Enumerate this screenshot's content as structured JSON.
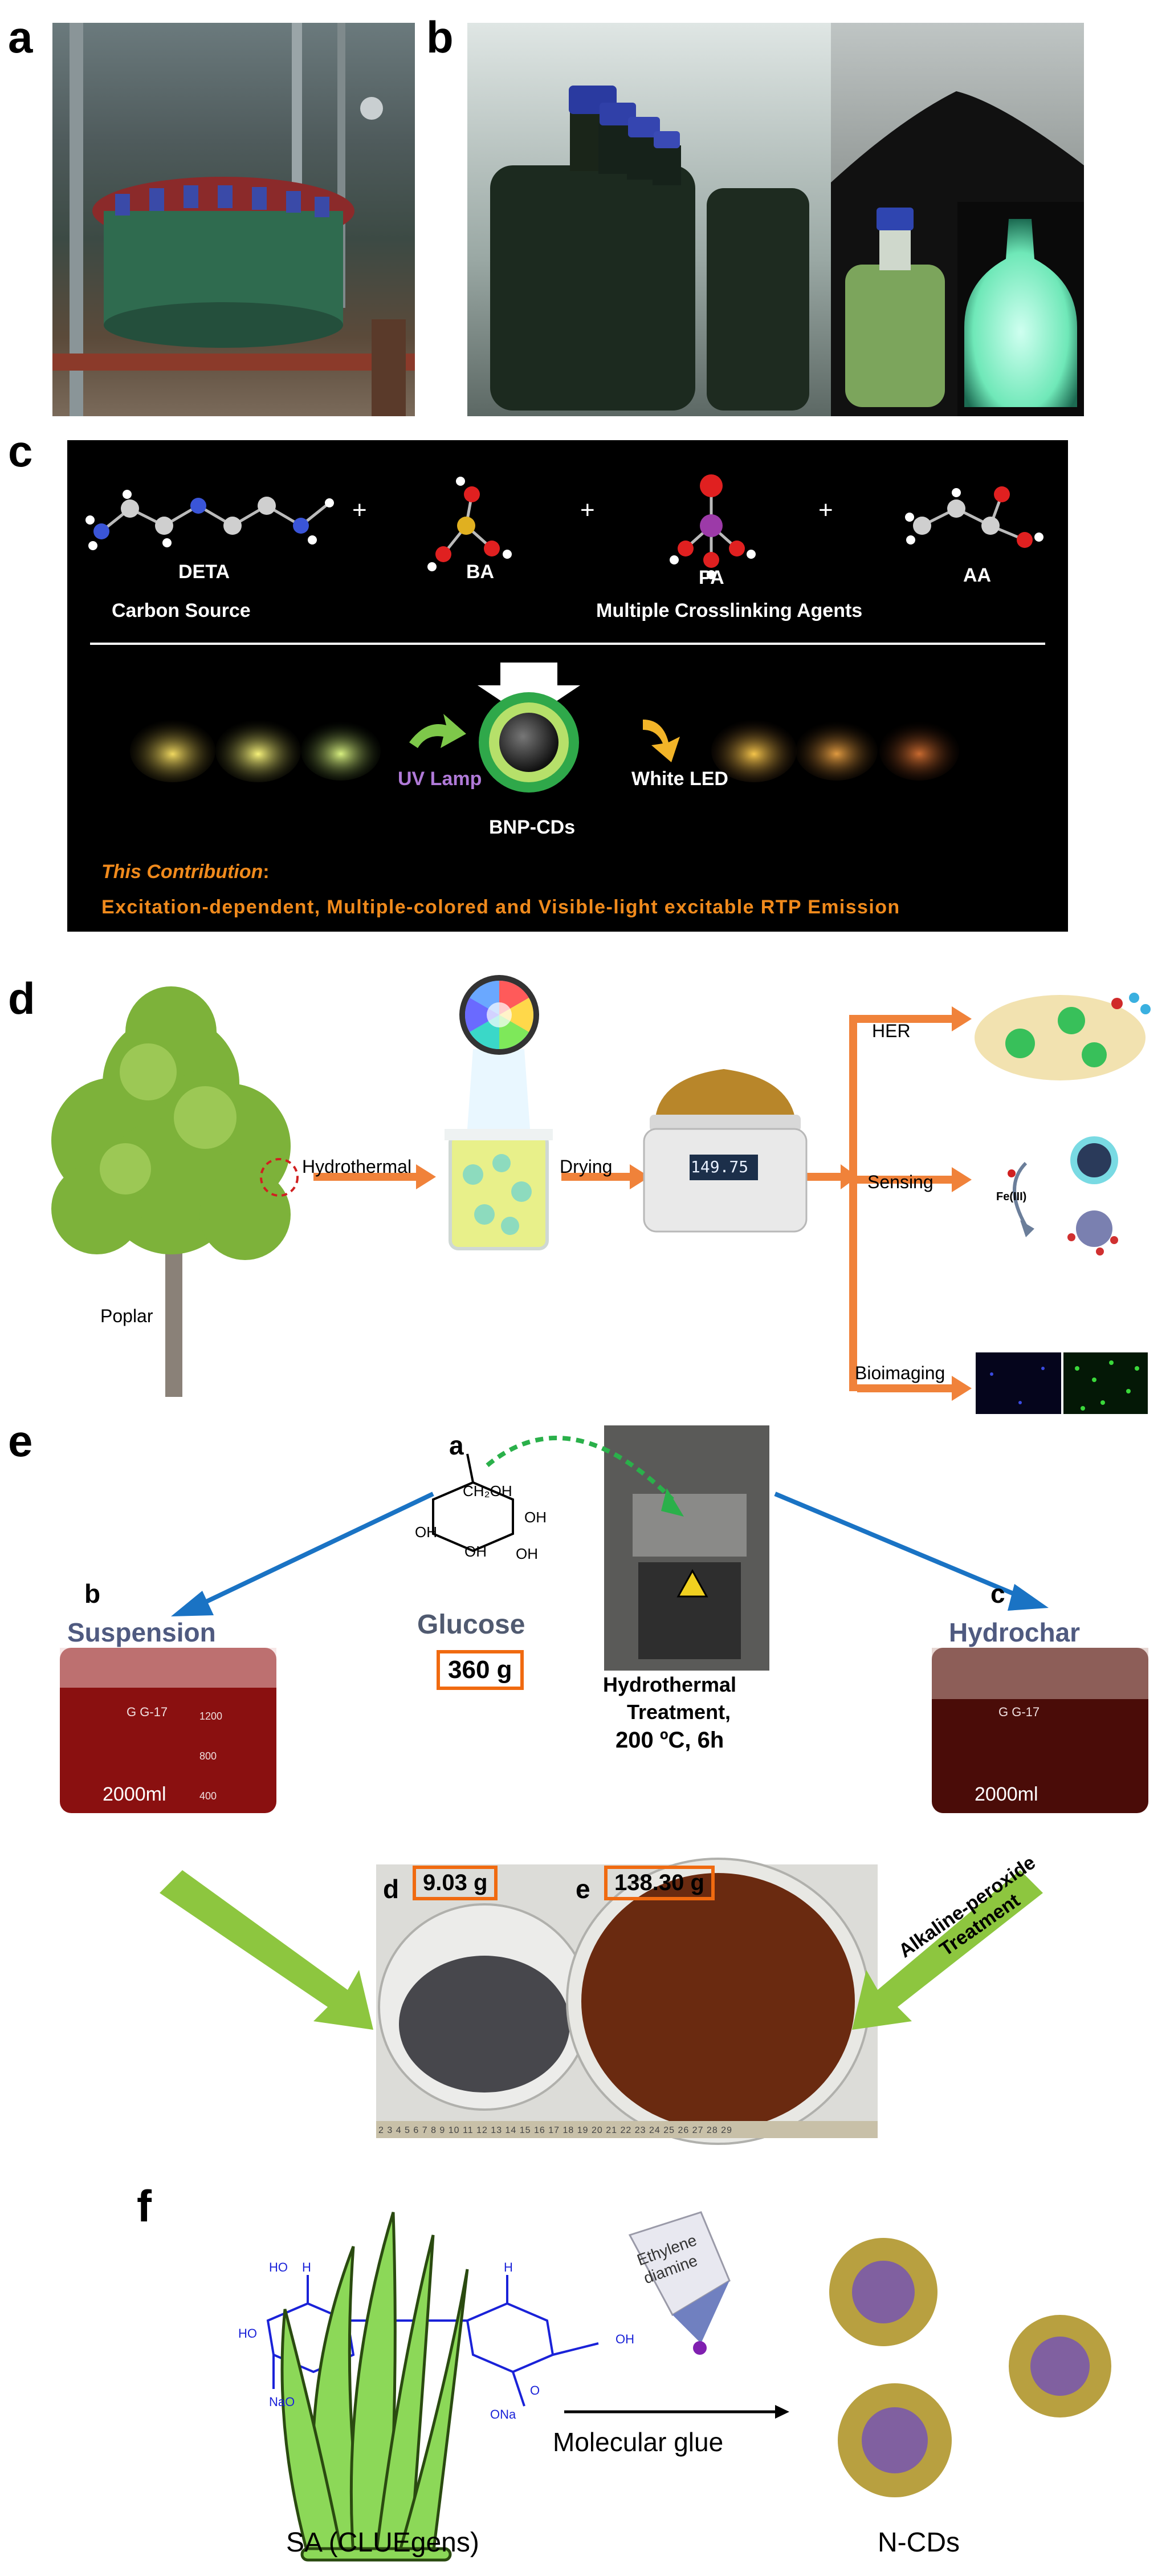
{
  "panels": {
    "a": {
      "letter": "a"
    },
    "b": {
      "letter": "b"
    },
    "c": {
      "letter": "c",
      "reagents": [
        {
          "name": "DETA"
        },
        {
          "name": "BA"
        },
        {
          "name": "PA"
        },
        {
          "name": "AA"
        }
      ],
      "plus": "+",
      "carbon_source": "Carbon Source",
      "crosslinking": "Multiple Crosslinking Agents",
      "uv_lamp": "UV Lamp",
      "white_led": "White LED",
      "product": "BNP-CDs",
      "contribution_label": "This Contribution",
      "contribution_colon": ":",
      "contribution_text": "Excitation-dependent, Multiple-colored and Visible-light excitable RTP Emission",
      "colors": {
        "uv": "#b07ad8",
        "led_text": "#ffffff",
        "contribution": "#f08a1c",
        "bg": "#000000"
      }
    },
    "d": {
      "letter": "d",
      "poplar": "Poplar",
      "hydrothermal": "Hydrothermal",
      "drying": "Drying",
      "scale_readout": "149.75",
      "her": "HER",
      "sensing": "Sensing",
      "fe": "Fe(III)",
      "bioimaging": "Bioimaging",
      "arrow_color": "#f0823a"
    },
    "e": {
      "letter": "e",
      "sub_a": "a",
      "sub_b": "b",
      "sub_c": "c",
      "sub_d": "d",
      "sub_e": "e",
      "glucose_title": "Glucose",
      "glucose_mass": "360 g",
      "ch2oh": "CH₂OH",
      "oh": "OH",
      "suspension": "Suspension",
      "hydrochar": "Hydrochar",
      "hydrothermal_line1": "Hydrothermal",
      "hydrothermal_line2": "Treatment,",
      "hydrothermal_line3": "200 ºC, 6h",
      "beaker_brand": "G G-17",
      "beaker_volume": "2000ml",
      "beaker_marks": [
        "1200",
        "800",
        "400"
      ],
      "mass_d": "9.03 g",
      "mass_e": "138.30 g",
      "alkaline_line1": "Alkaline-peroxide",
      "alkaline_line2": "Treatment",
      "ruler": "2 3 4 5 6 7 8 9 10 11 12 13 14 15 16 17 18 19 20 21 22 23 24 25 26 27 28 29",
      "box_color": "#f06a10",
      "blue_arrow": "#1a73c4",
      "green_arrow": "#8dc63f"
    },
    "f": {
      "letter": "f",
      "sa_label": "SA (CLUEgens)",
      "ethylene": "Ethylene diamine",
      "glue": "Molecular glue",
      "product": "N-CDs",
      "struct_labels": {
        "ho": "HO",
        "h": "H",
        "oh": "OH",
        "o": "O",
        "nao": "NaO",
        "ona": "ONa"
      }
    }
  }
}
